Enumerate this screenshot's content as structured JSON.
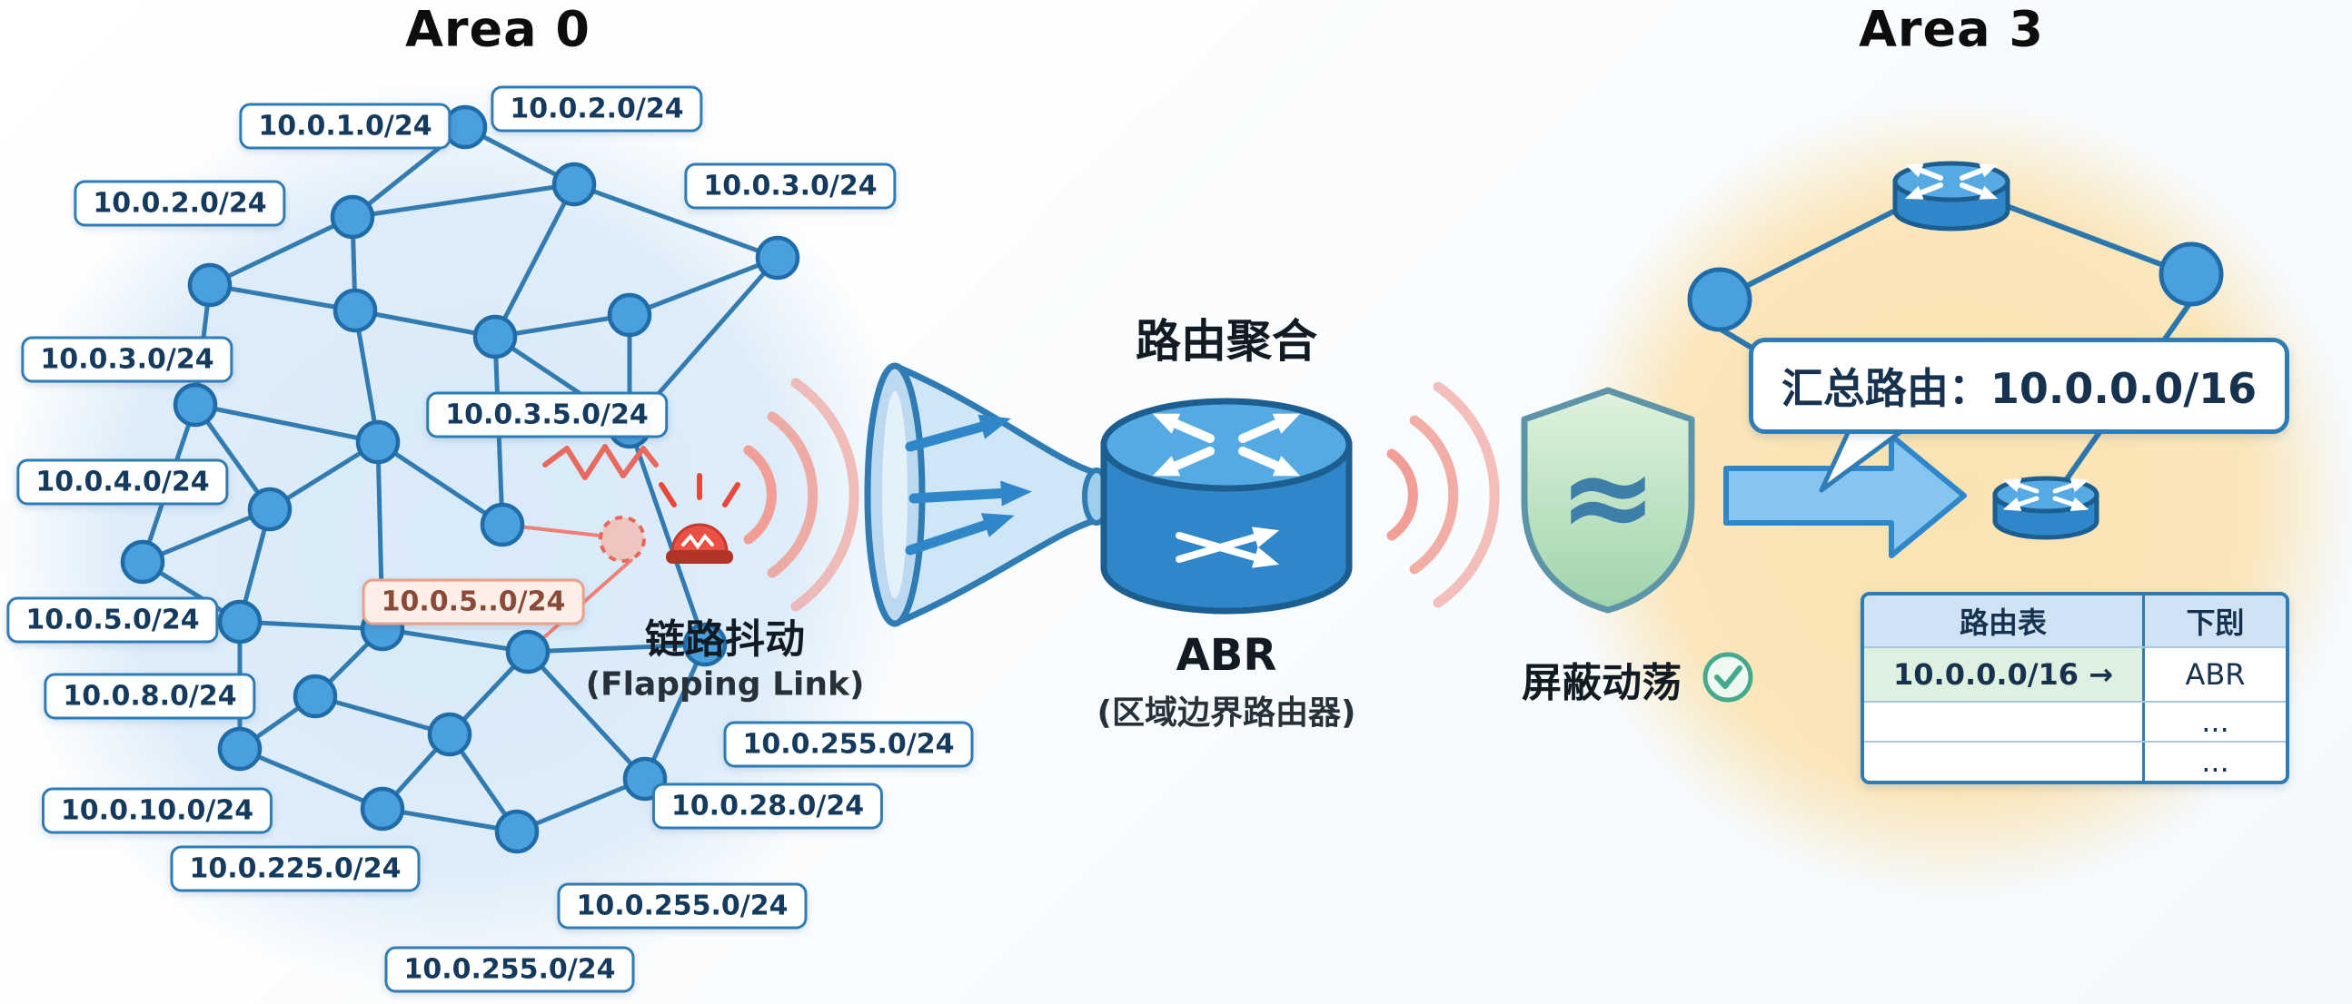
{
  "titles": {
    "area0": "Area 0",
    "area3": "Area 3"
  },
  "area0": {
    "subnet_labels": [
      "10.0.1.0/24",
      "10.0.2.0/24",
      "10.0.2.0/24",
      "10.0.3.0/24",
      "10.0.3.0/24",
      "10.0.3.5.0/24",
      "10.0.4.0/24",
      "10.0.5..0/24",
      "10.0.5.0/24",
      "10.0.8.0/24",
      "10.0.10.0/24",
      "10.0.225.0/24",
      "10.0.255.0/24",
      "10.0.28.0/24",
      "10.0.255.0/24",
      "10.0.255.0/24"
    ],
    "flapping": {
      "title": "链路抖动",
      "subtitle": "(Flapping Link)"
    }
  },
  "abr": {
    "function_label": "路由聚合",
    "name": "ABR",
    "subtitle": "(区域边界路由器)"
  },
  "shield": {
    "label": "屏蔽动荡",
    "wave_symbol": "≈"
  },
  "area3": {
    "summary_route": "汇总路由：10.0.0.0/16",
    "routing_table": {
      "headers": [
        "路由表",
        "下刡"
      ],
      "rows": [
        [
          "10.0.0.0/16 →",
          "ABR"
        ],
        [
          "",
          "..."
        ],
        [
          "",
          "..."
        ]
      ]
    }
  }
}
